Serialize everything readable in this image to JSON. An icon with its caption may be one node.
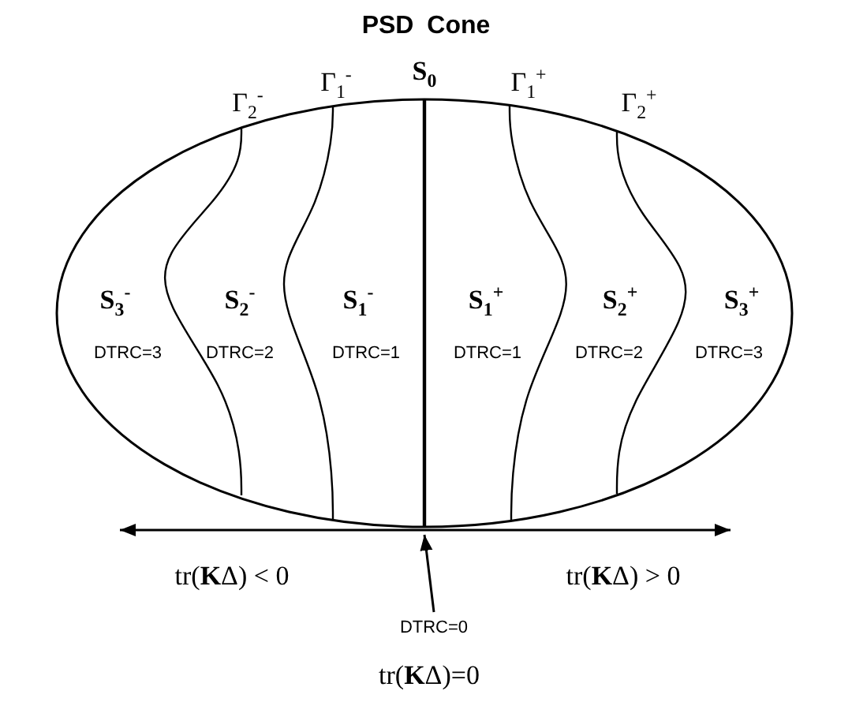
{
  "diagram": {
    "title": "PSD Cone",
    "nodes": [
      {
        "text": [],
        "shape": "ellipse"
      },
      {
        "text": [
          "DTRC=0"
        ]
      }
    ],
    "edges": [
      {
        "from": 1,
        "to": 0,
        "arrow": "to"
      }
    ],
    "labels": [
      "Γ$_{2}$$^{-}$",
      "Γ$_{1}$$^{-}$",
      "S$_{0}$",
      "Γ$_{1}$$^{+}$",
      "Γ$_{2}$$^{+}$",
      "S$_{3}$$^{-}$",
      "S$_{2}$$^{-}$",
      "S$_{1}$$^{-}$",
      "S$_{1}$$^{+}$",
      "S$_{2}$$^{+}$",
      "S$_{3}$$^{+}$",
      "DTRC=3",
      "DTRC=2",
      "DTRC=1",
      "DTRC=1",
      "DTRC=2",
      "DTRC=3",
      "tr(**K**Δ) < 0",
      "tr(**K**Δ) > 0",
      "tr(**K**Δ)=0"
    ]
  }
}
